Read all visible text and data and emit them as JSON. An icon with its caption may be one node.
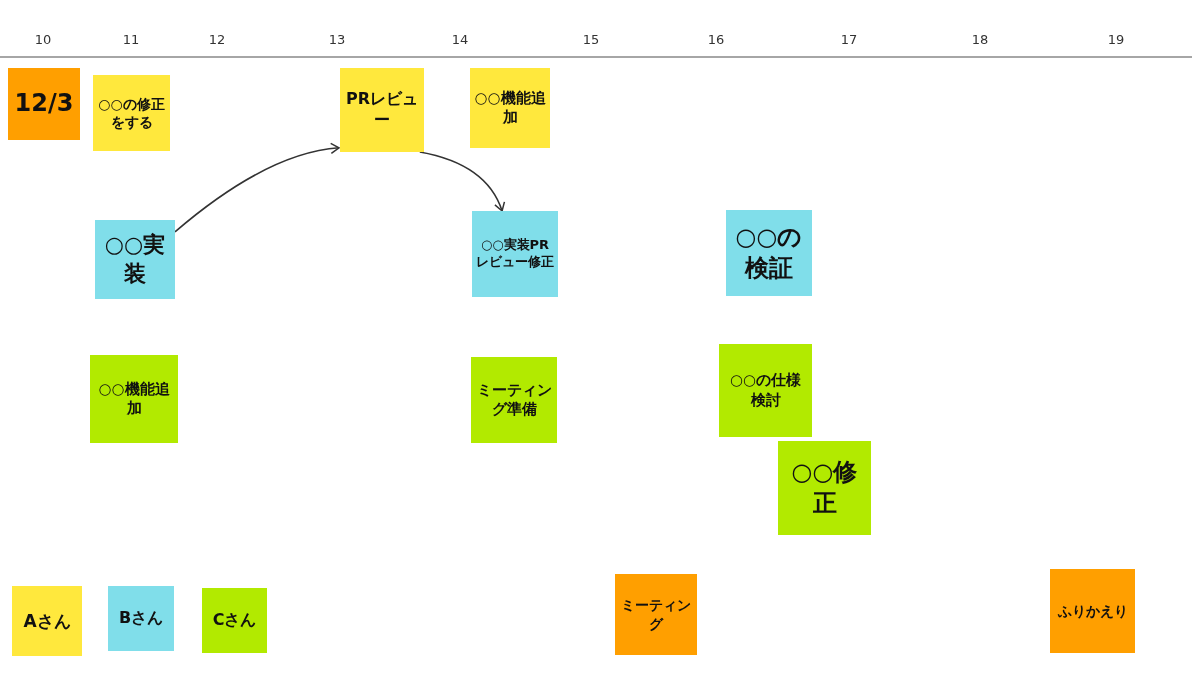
{
  "diagram": {
    "nodes": [
      {
        "text": [
          "12/3"
        ]
      },
      {
        "text": [
          "○○の修正をする"
        ]
      },
      {
        "text": [
          "PRレビュー"
        ]
      },
      {
        "text": [
          "○○機能追加"
        ]
      },
      {
        "text": [
          "○○実装"
        ]
      },
      {
        "text": [
          "○○実装PRレビュー修正"
        ]
      },
      {
        "text": [
          "○○の検証"
        ]
      },
      {
        "text": [
          "○○機能追加"
        ]
      },
      {
        "text": [
          "ミーティング準備"
        ]
      },
      {
        "text": [
          "○○の仕様検討"
        ]
      },
      {
        "text": [
          "○○修正"
        ]
      },
      {
        "text": [
          "Aさん"
        ]
      },
      {
        "text": [
          "Bさん"
        ]
      },
      {
        "text": [
          "Cさん"
        ]
      },
      {
        "text": [
          "ミーティング"
        ]
      },
      {
        "text": [
          "ふりかえり"
        ]
      }
    ],
    "edges": [
      {
        "from": 4,
        "to": 2,
        "arrow": "to"
      },
      {
        "from": 2,
        "to": 5,
        "arrow": "to"
      }
    ],
    "labels": [
      "10",
      "11",
      "12",
      "13",
      "14",
      "15",
      "16",
      "17",
      "18",
      "19"
    ]
  }
}
